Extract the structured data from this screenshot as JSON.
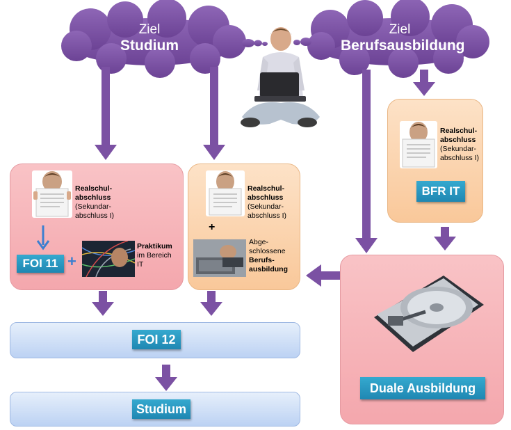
{
  "cloud_left": {
    "line1": "Ziel",
    "line2": "Studium"
  },
  "cloud_right": {
    "line1": "Ziel",
    "line2": "Berufsausbildung"
  },
  "box_foi11_path": {
    "qualification_l1": "Realschul-",
    "qualification_l2": "abschluss",
    "qualification_l3": "(Sekundar-",
    "qualification_l4": "abschluss I)",
    "label_foi11": "FOI 11",
    "plus": "+",
    "praktikum_l1": "Praktikum",
    "praktikum_l2": "im Bereich",
    "praktikum_l3": "IT"
  },
  "box_ausbildung_path": {
    "qualification_l1": "Realschul-",
    "qualification_l2": "abschluss",
    "qualification_l3": "(Sekundar-",
    "qualification_l4": "abschluss I)",
    "plus": "+",
    "ausb_l1": "Abge-",
    "ausb_l2": "schlossene",
    "ausb_l3": "Berufs-",
    "ausb_l4": "ausbildung"
  },
  "box_bfr": {
    "qualification_l1": "Realschul-",
    "qualification_l2": "abschluss",
    "qualification_l3": "(Sekundar-",
    "qualification_l4": "abschluss I)",
    "label": "BFR IT"
  },
  "bar_foi12": {
    "label": "FOI 12"
  },
  "bar_studium": {
    "label": "Studium"
  },
  "box_duale": {
    "label": "Duale Ausbildung"
  },
  "colors": {
    "cloud": "#7b51a3",
    "arrow": "#7b51a3",
    "teal": "#2598c0",
    "blue_arrow": "#3c7fd0"
  }
}
